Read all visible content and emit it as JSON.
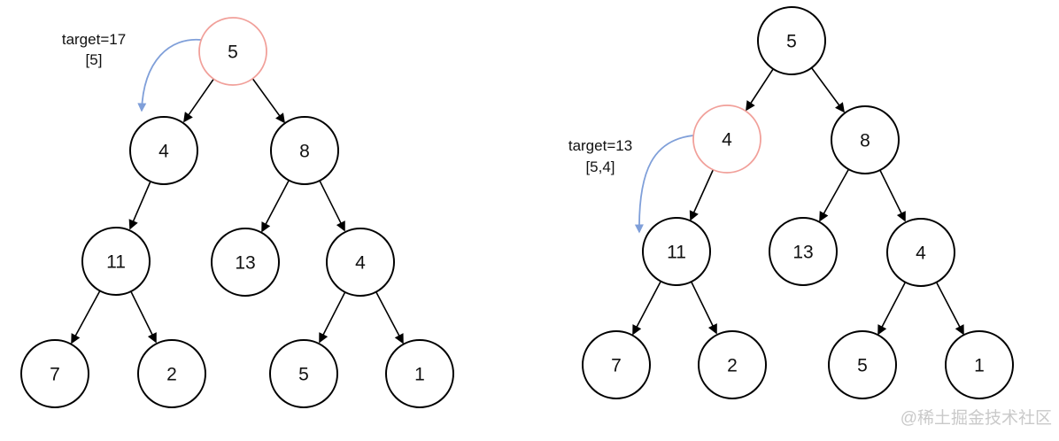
{
  "left_tree": {
    "annotation": {
      "line1": "target=17",
      "line2": "[5]"
    },
    "highlighted_node": "root 5",
    "nodes": [
      {
        "value": "5",
        "highlighted": true
      },
      {
        "value": "4",
        "highlighted": false
      },
      {
        "value": "8",
        "highlighted": false
      },
      {
        "value": "11",
        "highlighted": false
      },
      {
        "value": "13",
        "highlighted": false
      },
      {
        "value": "4",
        "highlighted": false
      },
      {
        "value": "7",
        "highlighted": false
      },
      {
        "value": "2",
        "highlighted": false
      },
      {
        "value": "5",
        "highlighted": false
      },
      {
        "value": "1",
        "highlighted": false
      }
    ],
    "edges": [
      "5→4",
      "5→8",
      "4→11",
      "8→13",
      "8→4",
      "11→7",
      "11→2",
      "4→5",
      "4→1"
    ]
  },
  "right_tree": {
    "annotation": {
      "line1": "target=13",
      "line2": "[5,4]"
    },
    "highlighted_node": "left child 4",
    "nodes": [
      {
        "value": "5",
        "highlighted": false
      },
      {
        "value": "4",
        "highlighted": true
      },
      {
        "value": "8",
        "highlighted": false
      },
      {
        "value": "11",
        "highlighted": false
      },
      {
        "value": "13",
        "highlighted": false
      },
      {
        "value": "4",
        "highlighted": false
      },
      {
        "value": "7",
        "highlighted": false
      },
      {
        "value": "2",
        "highlighted": false
      },
      {
        "value": "5",
        "highlighted": false
      },
      {
        "value": "1",
        "highlighted": false
      }
    ],
    "edges": [
      "5→4",
      "5→8",
      "4→11",
      "8→13",
      "8→4",
      "11→7",
      "11→2",
      "4→5",
      "4→1"
    ]
  },
  "colors": {
    "highlight_node_stroke": "#f1a09a",
    "pointer_arrow_blue": "#7f9fd9",
    "edge_black": "#000000",
    "watermark_gray": "#c9c9c9"
  },
  "watermark": "@稀土掘金技术社区"
}
